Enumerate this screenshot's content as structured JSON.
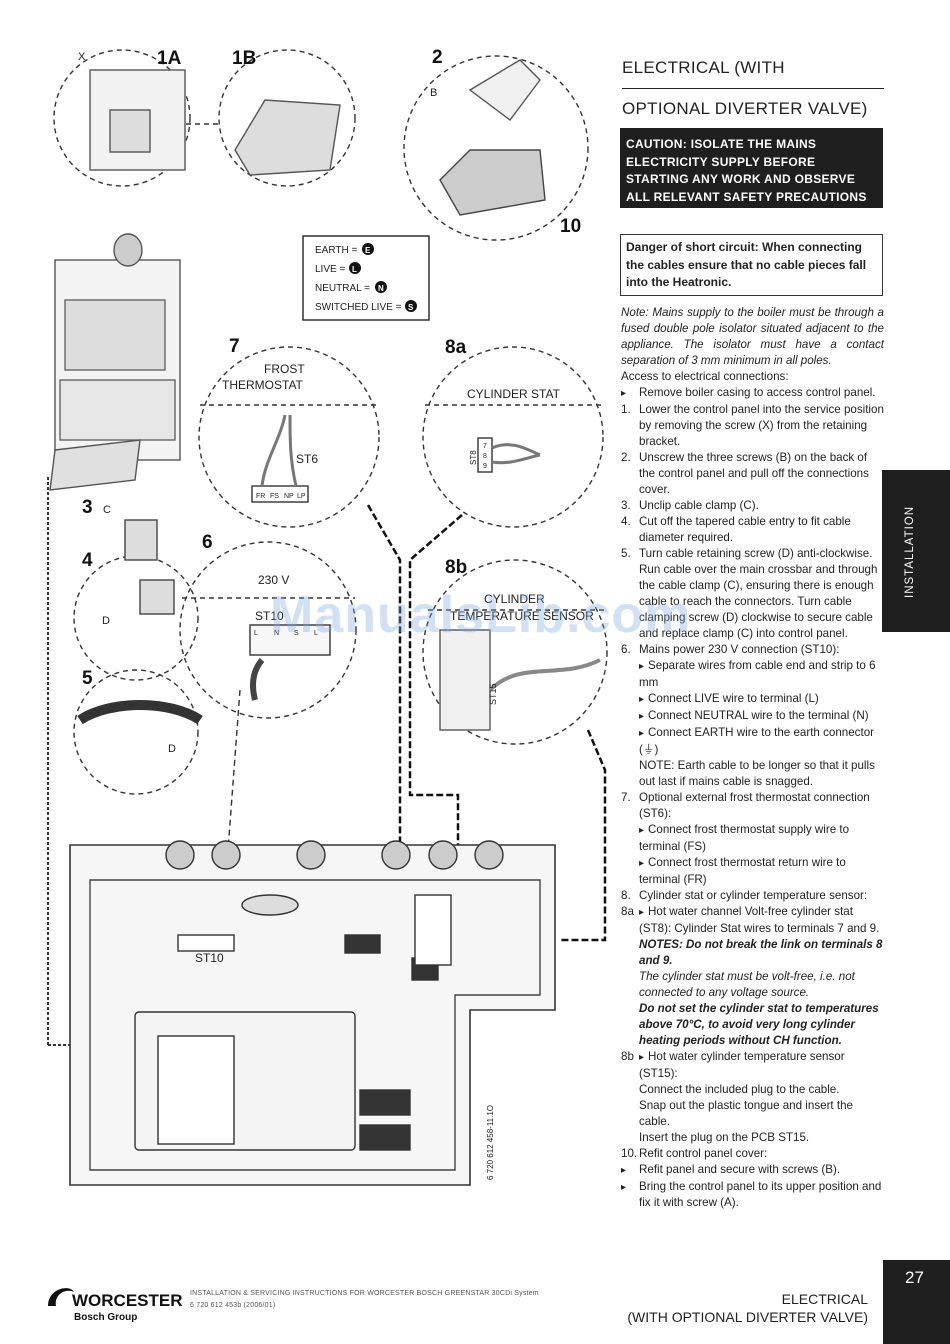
{
  "header": {
    "title_line1": "ELECTRICAL (WITH",
    "title_line2": "OPTIONAL DIVERTER VALVE)"
  },
  "caution": {
    "text": "CAUTION: ISOLATE THE MAINS ELECTRICITY SUPPLY BEFORE STARTING ANY WORK AND OBSERVE ALL RELEVANT SAFETY PRECAUTIONS"
  },
  "danger": {
    "text": "Danger of short circuit: When connecting the cables ensure that no cable pieces fall into the Heatronic."
  },
  "diagram": {
    "labels": {
      "d1a": "1A",
      "d1b": "1B",
      "d2": "2",
      "d10": "10",
      "d3": "3",
      "d4": "4",
      "d5": "5",
      "d6": "6",
      "d7": "7",
      "d8a": "8a",
      "d8b": "8b",
      "x": "X",
      "b": "B",
      "c": "C",
      "d": "D",
      "d2b": "D"
    },
    "legend": {
      "earth": "EARTH =",
      "earth_sym": "E",
      "live": "LIVE =",
      "live_sym": "L",
      "neutral": "NEUTRAL =",
      "neutral_sym": "N",
      "switched": "SWITCHED LIVE =",
      "switched_sym": "S"
    },
    "frost_l1": "FROST",
    "frost_l2": "THERMOSTAT",
    "st6": "ST6",
    "st6_terms": [
      "FR",
      "FS",
      "NP",
      "LP"
    ],
    "cyl_stat": "CYLINDER STAT",
    "st8": "ST8",
    "st8_terms": [
      "7",
      "8",
      "9"
    ],
    "v230": "230 V",
    "st10_top": "ST10",
    "st10_terms": [
      "L",
      "N",
      "S",
      "L"
    ],
    "cyl_sensor_l1": "CYLINDER",
    "cyl_sensor_l2": "TEMPERATURE SENSOR",
    "st15": "ST15",
    "st10": "ST10",
    "docref": "6 720 612 458-11.1O"
  },
  "body": {
    "note": "Note: Mains supply to the boiler must be through a fused double pole isolator situated adjacent to the appliance. The isolator must have a contact separation of 3 mm minimum in all poles.",
    "access": "Access to electrical connections:",
    "s0": "Remove boiler casing to access control panel.",
    "s1n": "1.",
    "s1": "Lower the control panel into the service position by removing the screw (X) from the retaining bracket.",
    "s2n": "2.",
    "s2": "Unscrew the three screws (B) on the back of the control panel and pull off the connections cover.",
    "s3n": "3.",
    "s3": "Unclip cable clamp (C).",
    "s4n": "4.",
    "s4": "Cut off the tapered cable entry to fit cable diameter required.",
    "s5n": "5.",
    "s5": "Turn cable retaining screw (D) anti-clockwise. Run cable over the main crossbar and through the cable clamp (C), ensuring there is enough cable to reach the connectors. Turn cable clamping screw (D) clockwise to secure cable and replace clamp (C) into control panel.",
    "s6n": "6.",
    "s6": "Mains power 230 V connection (ST10):",
    "s6a": "Separate wires from cable end and strip to 6 mm",
    "s6b": "Connect LIVE wire to terminal (L)",
    "s6c": "Connect NEUTRAL wire to the terminal (N)",
    "s6d": "Connect EARTH wire to the earth connector (⏚)",
    "s6note": "NOTE: Earth cable to be longer so that it pulls out last if mains cable is snagged.",
    "s7n": "7.",
    "s7": "Optional external frost thermostat connection (ST6):",
    "s7a": "Connect frost thermostat supply wire to terminal (FS)",
    "s7b": "Connect frost thermostat return wire to terminal (FR)",
    "s8n": "8.",
    "s8": "Cylinder stat or cylinder temperature sensor:",
    "s8an": "8a",
    "s8a": "Hot water channel Volt-free cylinder stat (ST8): Cylinder Stat wires to terminals 7 and 9.",
    "s8anote": "NOTES: Do not break the link on terminals 8 and 9.",
    "s8anote2": "The cylinder stat must be volt-free, i.e. not connected to any voltage source.",
    "s8anote3": "Do not set the cylinder stat to temperatures above 70°C, to avoid very long cylinder heating periods without CH function.",
    "s8bn": "8b",
    "s8b": "Hot water cylinder temperature sensor (ST15):",
    "s8b1": "Connect the included plug to the cable.",
    "s8b2": "Snap out the plastic tongue and insert the cable.",
    "s8b3": "Insert the plug on the PCB ST15.",
    "s10n": "10.",
    "s10": "Refit control panel cover:",
    "s10a": "Refit panel and secure with screws (B).",
    "s10b": "Bring the control panel to its upper position and fix it with screw (A)."
  },
  "side_tab": "INSTALLATION",
  "page_number": "27",
  "footer": {
    "brand": "WORCESTER",
    "group": "Bosch Group",
    "doc_title": "INSTALLATION & SERVICING INSTRUCTIONS FOR WORCESTER BOSCH GREENSTAR 30CDi System",
    "doc_code": "6 720 612 453b (2006/01)",
    "section_l1": "ELECTRICAL",
    "section_l2": "(WITH OPTIONAL DIVERTER VALVE)"
  },
  "watermark": "ManualsLib.com"
}
